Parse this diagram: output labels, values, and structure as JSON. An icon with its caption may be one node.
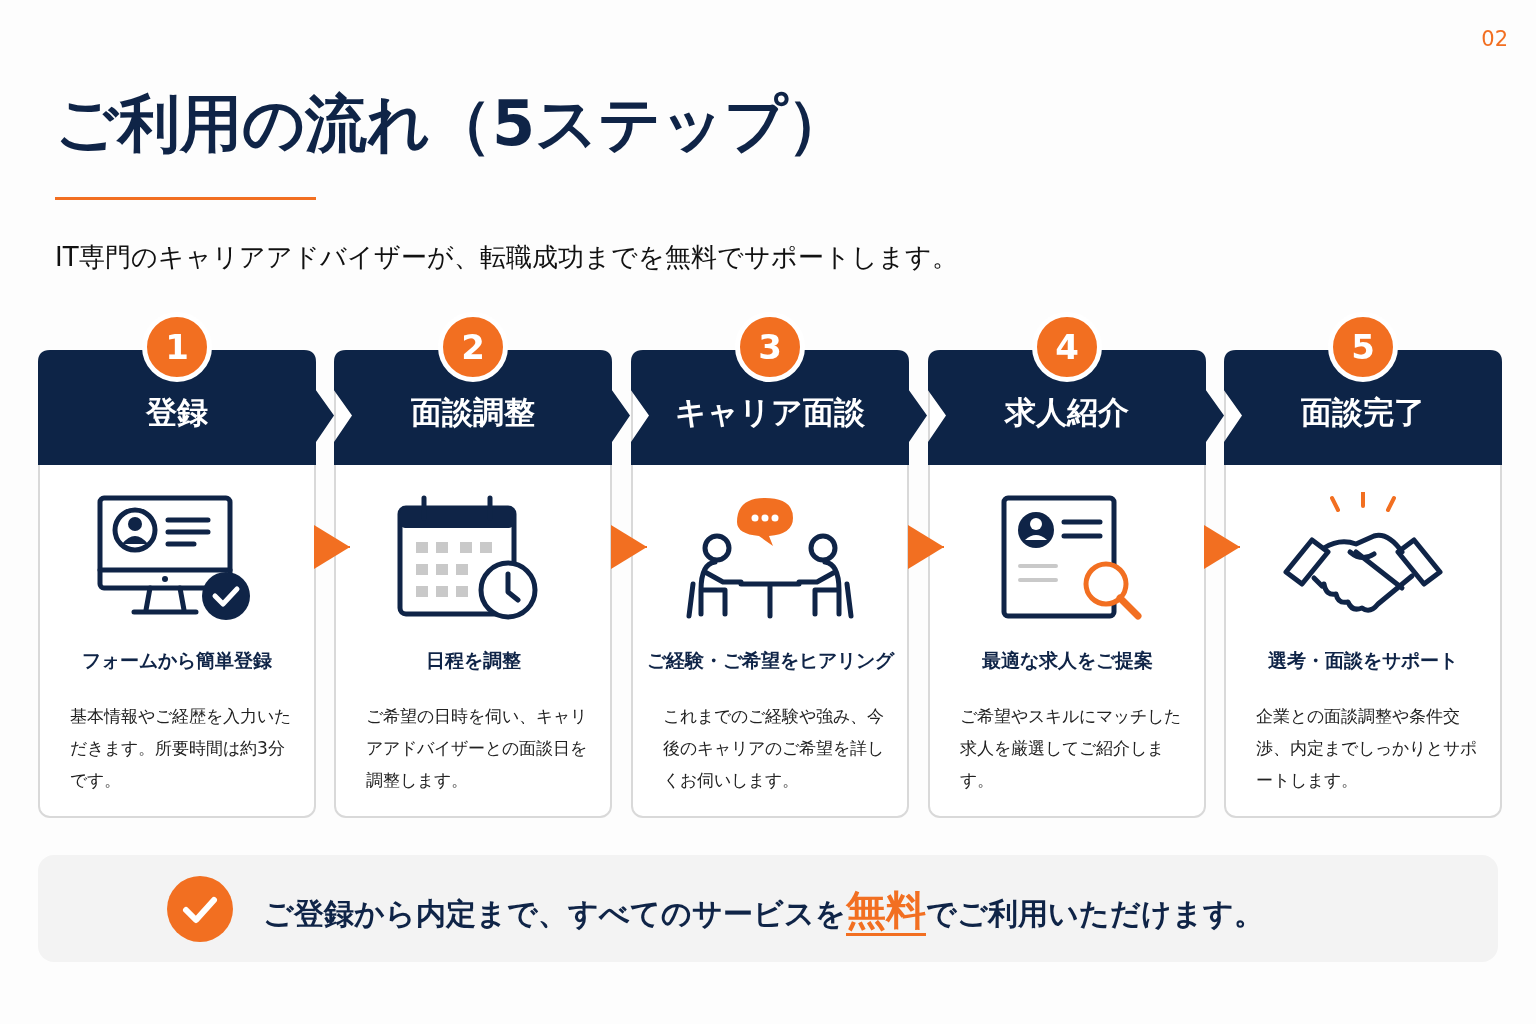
{
  "diagram": {
    "title": "ご利用の流れ（5ステップ）",
    "nodes": [
      {
        "text": [
          "1",
          "登録",
          "フォームから簡単登録",
          "基本情報やご経歴を入力いただきます。所要時間は約3分です。"
        ]
      },
      {
        "text": [
          "2",
          "面談調整",
          "日程を調整",
          "ご希望の日時を伺い、キャリアアドバイザーとの面談日を調整します。"
        ]
      },
      {
        "text": [
          "3",
          "キャリア面談",
          "ご経験・ご希望をヒアリング",
          "これまでのご経験や強み、今後のキャリアのご希望を詳しくお伺いします。"
        ]
      },
      {
        "text": [
          "4",
          "求人紹介",
          "最適な求人をご提案",
          "ご希望やスキルにマッチした求人を厳選してご紹介します。"
        ]
      },
      {
        "text": [
          "5",
          "面談完了",
          "選考・面談をサポート",
          "企業との面談調整や条件交渉、内定までしっかりとサポートします。"
        ]
      },
      {
        "text": [
          "ご登録から内定まで、すべてのサービスを**無料**でご利用いただけます。"
        ]
      }
    ],
    "edges": [
      {
        "from": 0,
        "to": 1,
        "arrow": "to"
      },
      {
        "from": 1,
        "to": 2,
        "arrow": "to"
      },
      {
        "from": 2,
        "to": 3,
        "arrow": "to"
      },
      {
        "from": 3,
        "to": 4,
        "arrow": "to"
      }
    ],
    "labels": [
      "02",
      "IT専門のキャリアアドバイザーが、転職成功までを無料でサポートします。"
    ]
  }
}
